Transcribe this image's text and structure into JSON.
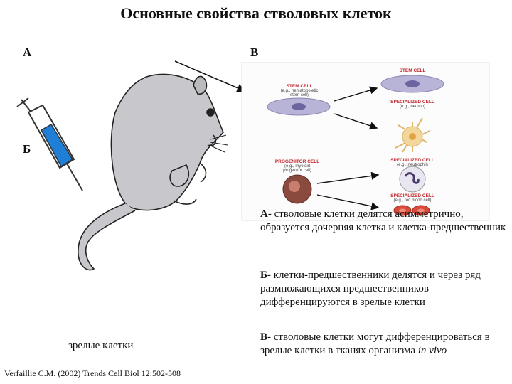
{
  "title": "Основные свойства стволовых клеток",
  "labels": {
    "a": "А",
    "b": "Б",
    "v": "В"
  },
  "panel": {
    "stem_cell_left": {
      "heading": "STEM CELL",
      "sub1": "(e.g., hematopoietic",
      "sub2": "stem cell)"
    },
    "stem_cell_right": {
      "heading": "STEM CELL"
    },
    "specialized_top": {
      "heading": "SPECIALIZED CELL",
      "sub": "(e.g., neuron)"
    },
    "progenitor": {
      "heading": "PROGENITOR CELL",
      "sub1": "(e.g., myeloid",
      "sub2": "progenitor cell)"
    },
    "specialized_mid": {
      "heading": "SPECIALIZED CELL",
      "sub": "(e.g., neutrophil)"
    },
    "specialized_bottom": {
      "heading": "SPECIALIZED CELL",
      "sub": "(e.g., red blood cell)"
    }
  },
  "descriptions": {
    "a": {
      "letter": "А",
      "text": "- стволовые клетки делятся асимметрично, образуется дочерняя клетка и клетка-предшественник"
    },
    "b": {
      "letter": "Б",
      "text": "- клетки-предшественники делятся и через ряд размножающихся предшественников дифференцируются в зрелые клетки"
    },
    "v": {
      "letter": "В",
      "text": "- стволовые клетки могут дифференцироваться в зрелые клетки в тканях организма ",
      "italic": "in vivo"
    }
  },
  "mature_cells": "зрелые клетки",
  "citation": "Verfaillie C.M. (2002) Trends Cell Biol 12:502-508",
  "colors": {
    "syringe_fill": "#1f7fd6",
    "stem_cell": "#b8b4d8",
    "neuron": "#f3d79a",
    "red_heading": "#c2272d",
    "progenitor": "#8a4a3e"
  }
}
